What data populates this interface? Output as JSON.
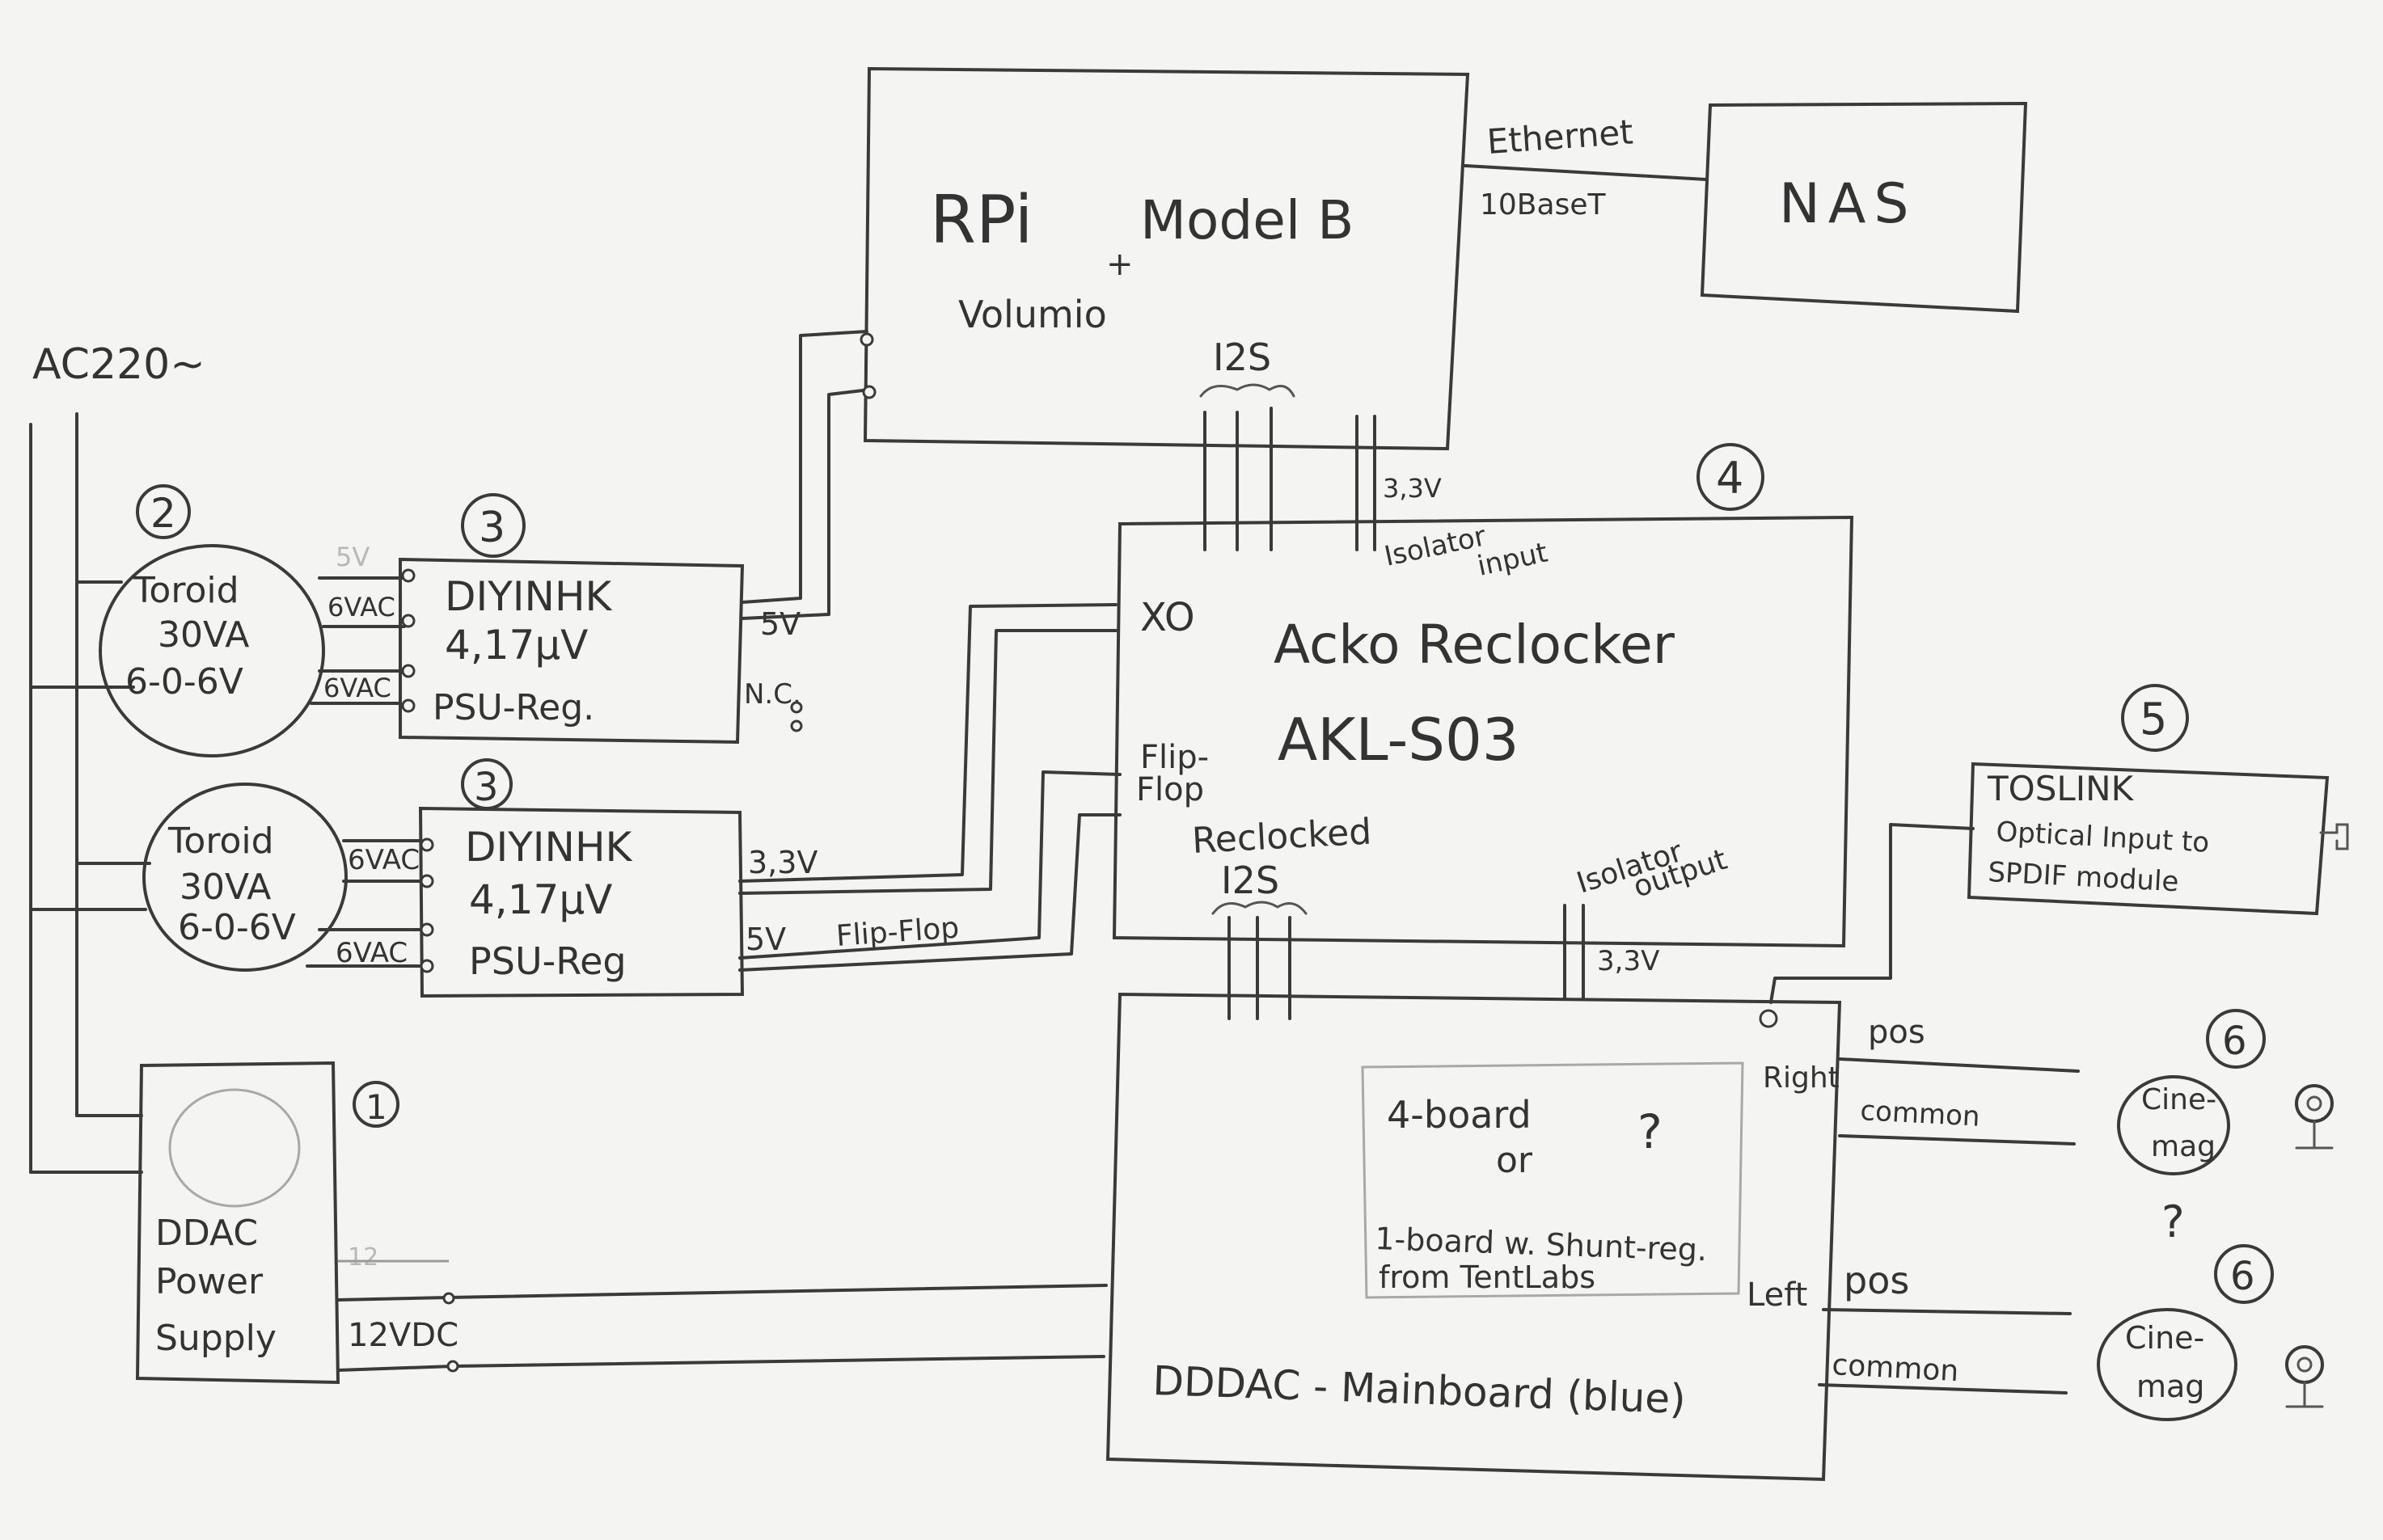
{
  "mains": {
    "label": "AC220~"
  },
  "rpi": {
    "title": "RPi",
    "model": "Model B",
    "plus": "+",
    "sub": "Volumio",
    "i2s": "I2S",
    "v33": "3,3V",
    "isolator_input_1": "Isolator",
    "isolator_input_2": "input"
  },
  "ethernet": {
    "line1": "Ethernet",
    "line2": "10BaseT"
  },
  "nas": {
    "label": "NAS"
  },
  "toroid1": {
    "num": "2",
    "l1": "Toroid",
    "l2": "30VA",
    "l3": "6-0-6V",
    "vac1": "6VAC",
    "vac2": "6VAC",
    "faint": "5V"
  },
  "toroid2": {
    "l1": "Toroid",
    "l2": "30VA",
    "l3": "6-0-6V",
    "vac1": "6VAC",
    "vac2": "6VAC"
  },
  "psu1": {
    "num": "3",
    "l1": "DIYINHK",
    "l2": "4,17µV",
    "l3": "PSU-Reg.",
    "out1": "5V",
    "out2": "N.C."
  },
  "psu2": {
    "num": "3",
    "l1": "DIYINHK",
    "l2": "4,17µV",
    "l3": "PSU-Reg",
    "out1": "3,3V",
    "out2": "5V",
    "out2b": "Flip-Flop"
  },
  "reclocker": {
    "num": "4",
    "xo": "XO",
    "l1": "Acko Reclocker",
    "l2": "AKL-S03",
    "flipflop1": "Flip-",
    "flipflop2": "Flop",
    "reclocked": "Reclocked",
    "i2s": "I2S",
    "iso_out_1": "Isolator",
    "iso_out_2": "output",
    "v33": "3,3V"
  },
  "toslink": {
    "num": "5",
    "l1": "TOSLINK",
    "l2": "Optical Input to",
    "l3": "SPDIF module"
  },
  "ddac_psu": {
    "num": "1",
    "l1": "DDAC",
    "l2": "Power",
    "l3": "Supply",
    "out": "12VDC",
    "faint": "12"
  },
  "mainboard": {
    "label": "DDDAC - Mainboard (blue)",
    "right": "Right",
    "left": "Left",
    "sub1": "4-board",
    "sub2": "or",
    "q": "?",
    "sub3": "1-board w. Shunt-reg.",
    "sub4": "from TentLabs"
  },
  "spk_right": {
    "pos": "pos",
    "common": "common",
    "num": "6",
    "l1": "Cine-",
    "l2": "mag"
  },
  "spk_left": {
    "pos": "pos",
    "common": "common",
    "num": "6",
    "l1": "Cine-",
    "l2": "mag"
  },
  "mid_q": "?"
}
